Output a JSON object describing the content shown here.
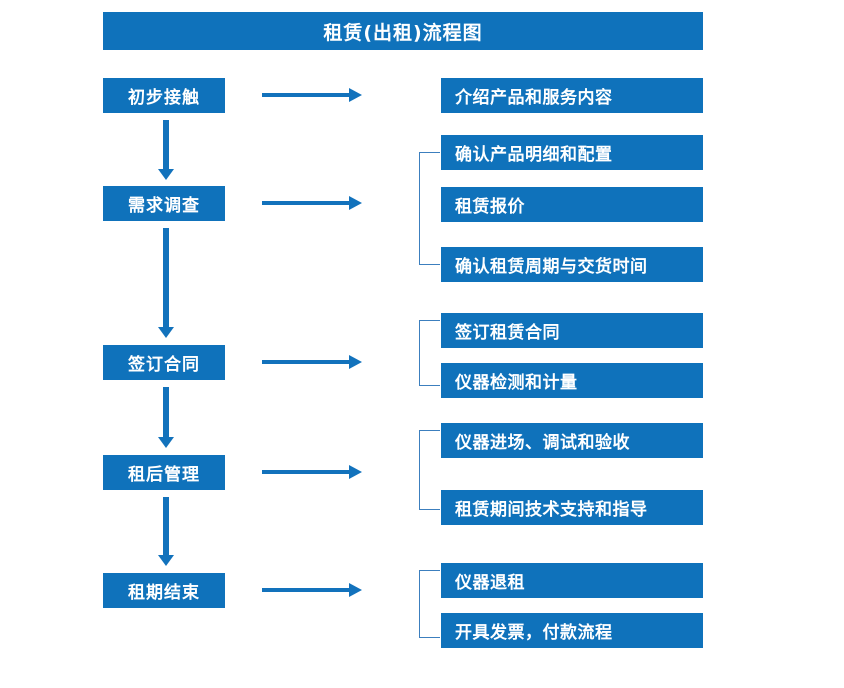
{
  "diagram": {
    "title": "租赁(出租)流程图",
    "colors": {
      "box_fill": "#0F72BB",
      "box_text": "#FFFFFF",
      "arrow": "#1272BC",
      "bracket": "#3C7FBE",
      "background": "#FFFFFF"
    },
    "stages": [
      {
        "label": "初步接触"
      },
      {
        "label": "需求调查"
      },
      {
        "label": "签订合同"
      },
      {
        "label": "租后管理"
      },
      {
        "label": "租期结束"
      }
    ],
    "details": [
      {
        "label": "介绍产品和服务内容"
      },
      {
        "label": "确认产品明细和配置"
      },
      {
        "label": "租赁报价"
      },
      {
        "label": "确认租赁周期与交货时间"
      },
      {
        "label": "签订租赁合同"
      },
      {
        "label": "仪器检测和计量"
      },
      {
        "label": "仪器进场、调试和验收"
      },
      {
        "label": "租赁期间技术支持和指导"
      },
      {
        "label": "仪器退租"
      },
      {
        "label": "开具发票，付款流程"
      }
    ]
  }
}
